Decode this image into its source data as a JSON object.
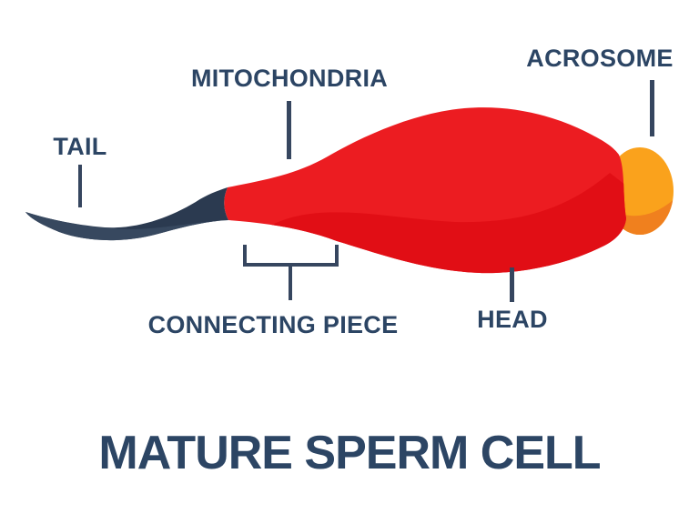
{
  "title": {
    "text": "MATURE SPERM CELL"
  },
  "labels": {
    "tail": "TAIL",
    "mitochondria": "MITOCHONDRIA",
    "acrosome": "ACROSOME",
    "head": "HEAD",
    "connecting_piece": "CONNECTING PIECE"
  },
  "colors": {
    "background": "#ffffff",
    "label_text": "#2c4564",
    "leader_line": "#36465f",
    "tail": "#2b3a50",
    "tail_highlight": "#37485f",
    "head_red": "#ec1c21",
    "head_red_shadow": "#e10e15",
    "acrosome": "#faa21c",
    "acrosome_shadow": "#f0801e"
  },
  "diagram": {
    "type": "labeled-anatomy-diagram",
    "subject": "mature sperm cell",
    "parts": [
      "TAIL",
      "MITOCHONDRIA",
      "ACROSOME",
      "HEAD",
      "CONNECTING PIECE"
    ]
  }
}
